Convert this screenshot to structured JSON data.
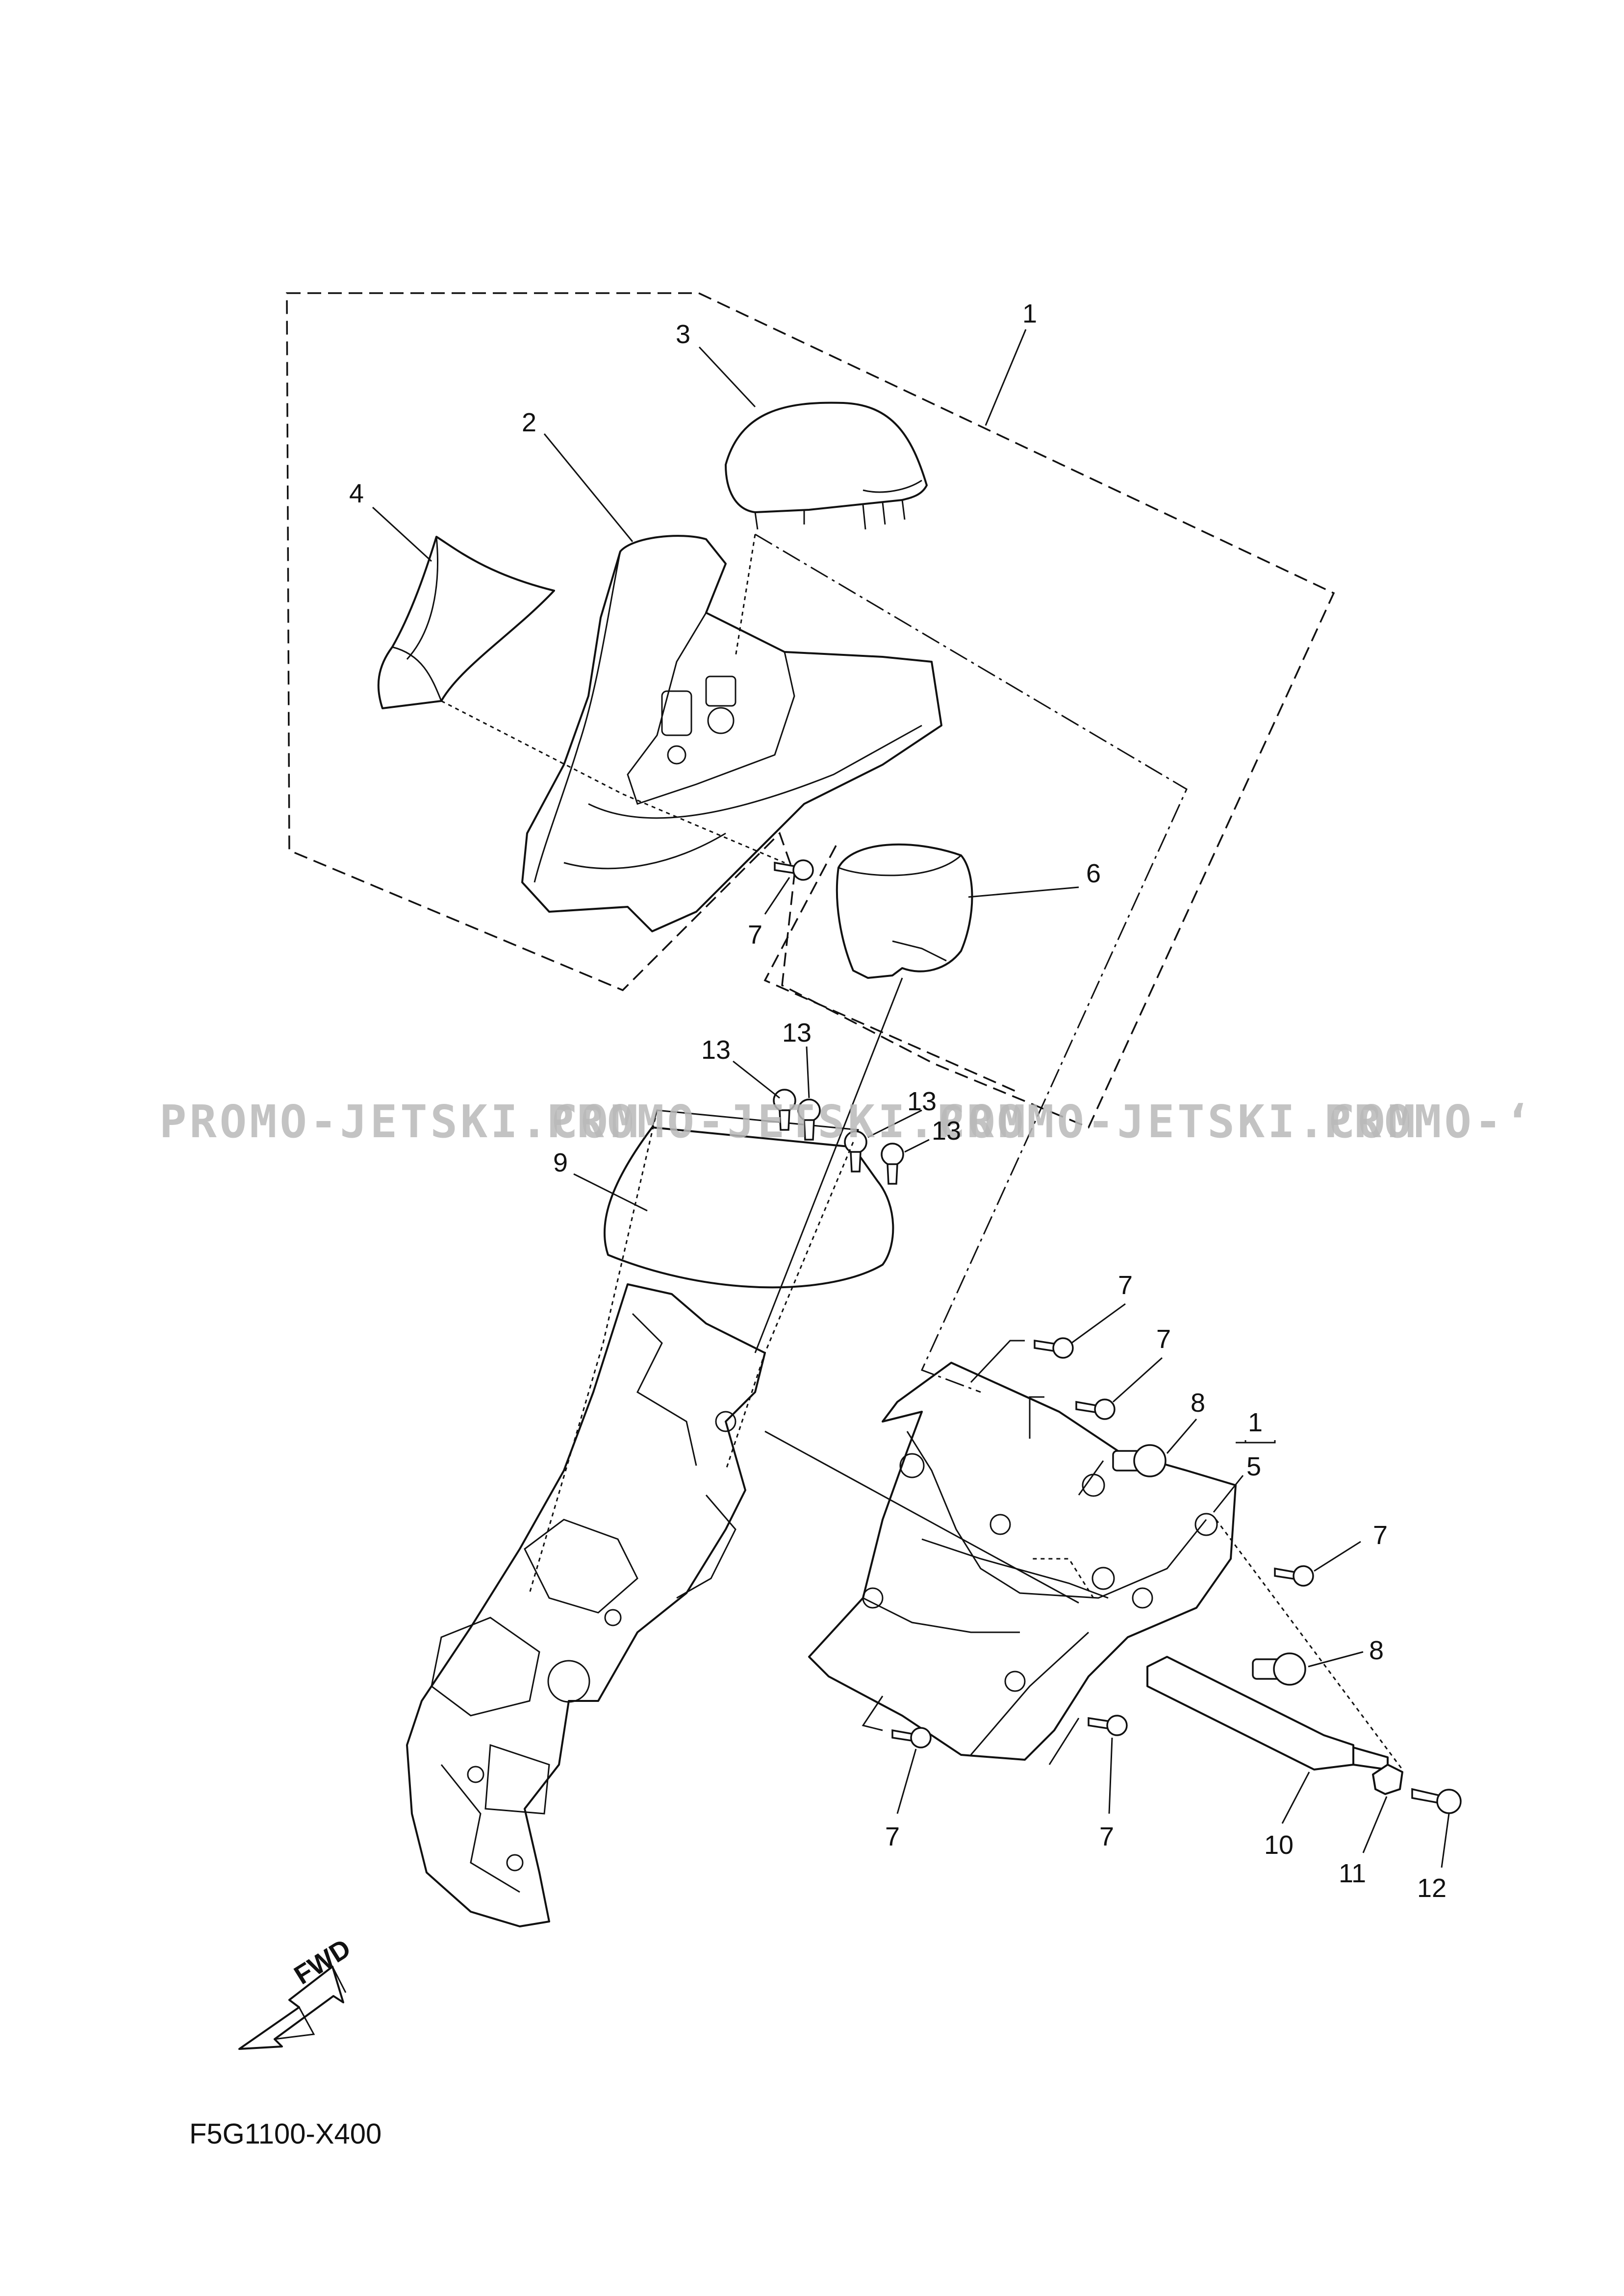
{
  "diagram": {
    "reference_code": "F5G1100-X400",
    "fwd_label": "FWD",
    "watermark_texts": [
      "PROMO-JETSKI.COM",
      "PROMO-JETSKI.COM",
      "PROMO-JETSKI.COM",
      "PROMO-ʻ"
    ],
    "callouts": {
      "c1_top": "1",
      "c2": "2",
      "c3": "3",
      "c4": "4",
      "c6": "6",
      "c7_upper": "7",
      "c13_a": "13",
      "c13_b": "13",
      "c13_c": "13",
      "c13_d": "13",
      "c9": "9",
      "c7_r1": "7",
      "c7_r2": "7",
      "c8_upper": "8",
      "c1_group": "1",
      "c5": "5",
      "c7_r3": "7",
      "c8_lower": "8",
      "c7_b1": "7",
      "c7_b2": "7",
      "c10": "10",
      "c11": "11",
      "c12": "12"
    }
  }
}
